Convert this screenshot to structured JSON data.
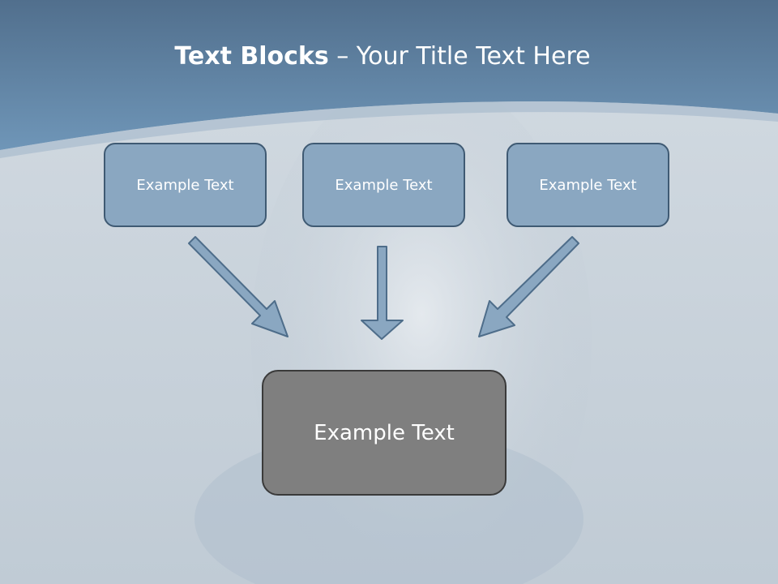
{
  "title": {
    "bold": "Text Blocks",
    "rest": " – Your Title Text Here"
  },
  "blocks": {
    "top": [
      "Example Text",
      "Example Text",
      "Example Text"
    ],
    "bottom": "Example Text"
  },
  "colors": {
    "header": "#5f87ab",
    "top_box_fill": "#8aa7c1",
    "top_box_border": "#3f5a73",
    "bottom_box_fill": "#7f7f7f",
    "arrow_fill": "#8aa7c1",
    "arrow_stroke": "#4e6d8a"
  }
}
